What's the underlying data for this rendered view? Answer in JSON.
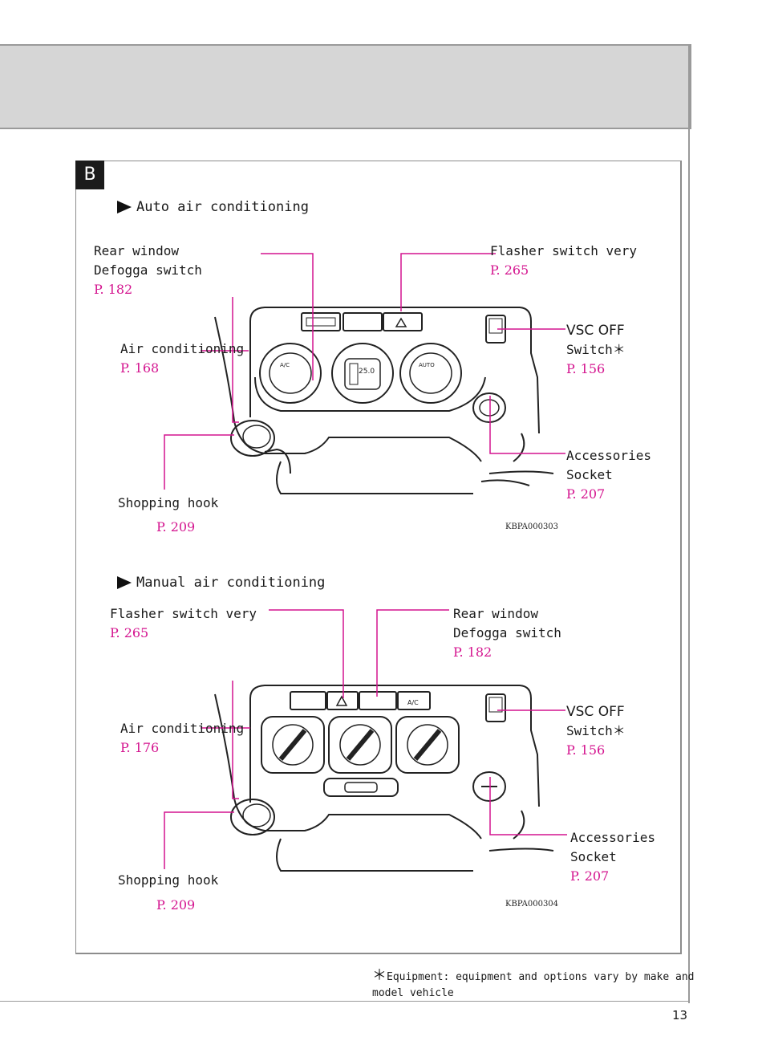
{
  "section_letter": "B",
  "auto": {
    "title": "Auto air conditioning",
    "rear_window": {
      "line1": "Rear window",
      "line2": "Defogga switch",
      "page": "P. 182"
    },
    "flasher": {
      "line1": "Flasher switch very",
      "page": "P. 265"
    },
    "vsc": {
      "line1": "VSC OFF",
      "line2": "Switch＊",
      "page": "P. 156"
    },
    "aircon": {
      "line1": "Air conditioning",
      "page": "P. 168"
    },
    "accessories": {
      "line1": "Accessories",
      "line2": "Socket",
      "page": "P. 207"
    },
    "hook": {
      "line1": "Shopping hook",
      "page": "P. 209"
    },
    "code": "KBPA000303",
    "display_temp": "25.0"
  },
  "manual": {
    "title": "Manual air conditioning",
    "flasher": {
      "line1": "Flasher switch very",
      "page": "P. 265"
    },
    "rear_window": {
      "line1": "Rear window",
      "line2": "Defogga switch",
      "page": "P. 182"
    },
    "vsc": {
      "line1": "VSC OFF",
      "line2": "Switch＊",
      "page": "P. 156"
    },
    "aircon": {
      "line1": "Air conditioning",
      "page": "P. 176"
    },
    "accessories": {
      "line1": "Accessories",
      "line2": "Socket",
      "page": "P. 207"
    },
    "hook": {
      "line1": "Shopping hook",
      "page": "P. 209"
    },
    "code": "KBPA000304",
    "ac_button": "A/C"
  },
  "footnote": {
    "star": "＊",
    "text": "Equipment: equipment and options vary by make and model vehicle"
  },
  "page_number": "13",
  "colors": {
    "callout": "#d4148f",
    "header_band": "#d6d6d6",
    "badge": "#1b1b1b"
  }
}
